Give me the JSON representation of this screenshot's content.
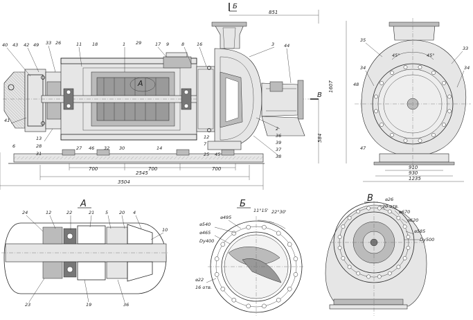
{
  "section_labels": {
    "a": "А",
    "b": "Б",
    "v": "В"
  },
  "cut_marks": {
    "a": "А",
    "b": "Б",
    "v": "В"
  },
  "main_dims": {
    "d851": "851",
    "d700_1": "700",
    "d700_2": "700",
    "d700_3": "700",
    "d2545": "2545",
    "d3504": "3504",
    "d584": "584",
    "d1607": "1607",
    "d910": "910",
    "d930": "930",
    "d1235": "1235",
    "ang45a": "45°",
    "ang45b": "45°"
  },
  "parts_main": [
    "40",
    "43",
    "42",
    "49",
    "33",
    "26",
    "11",
    "18",
    "1",
    "29",
    "17",
    "9",
    "8",
    "16",
    "3",
    "44",
    "41",
    "13",
    "28",
    "6",
    "31",
    "27",
    "46",
    "32",
    "30",
    "14",
    "12",
    "7",
    "25",
    "45",
    "2",
    "36",
    "39",
    "37",
    "38"
  ],
  "parts_side": [
    "35",
    "33",
    "34",
    "34",
    "48",
    "47"
  ],
  "parts_a": [
    "24",
    "12",
    "22",
    "21",
    "5",
    "20",
    "4",
    "10",
    "23",
    "19",
    "36"
  ],
  "view_b_labels": {
    "ang1": "11°15'",
    "ang2": "22°30'",
    "d495": "⌀495",
    "d540": "⌀540",
    "d465": "⌀465",
    "dy400": "Dy400",
    "d22": "⌀22",
    "holes16": "16 отв."
  },
  "view_v_labels": {
    "d26": "⌀26",
    "holes20": "20 отв.",
    "d670": "⌀670",
    "d620": "⌀620",
    "d585": "⌀585",
    "dy500": "Dy500"
  }
}
